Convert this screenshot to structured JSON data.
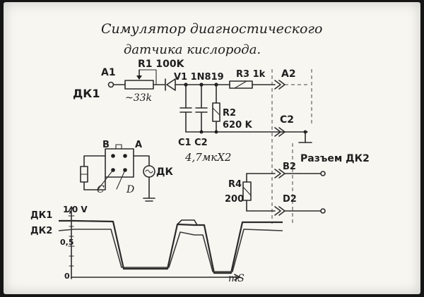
{
  "title": {
    "line1": "Симулятор диагностического",
    "line2": "датчика кислорода."
  },
  "schematic": {
    "label_a1": "A1",
    "label_dk1": "ДК1",
    "label_r1": "R1 100K",
    "label_r1_sub": "~33k",
    "label_v1": "V1 1N819",
    "label_r3": "R3 1k",
    "label_a2": "A2",
    "label_r2": "R2",
    "label_r2_val": "620 K",
    "label_c2_out": "C2",
    "label_c1c2": "C1 C2",
    "label_cap_val": "4,7мкX2",
    "label_connector": "Разъем ДК2",
    "label_b2": "B2",
    "label_r4": "R4",
    "label_r4_val": "200",
    "label_d2": "D2"
  },
  "sensor": {
    "pin_b": "B",
    "pin_a": "A",
    "pin_c": "C",
    "pin_d": "D",
    "label": "ДК"
  },
  "waveform": {
    "label_dk1": "ДК1",
    "label_dk2": "ДК2",
    "label_1v": "1,0 V",
    "label_05": "0,5",
    "label_0": "0",
    "label_ms": "mS"
  }
}
